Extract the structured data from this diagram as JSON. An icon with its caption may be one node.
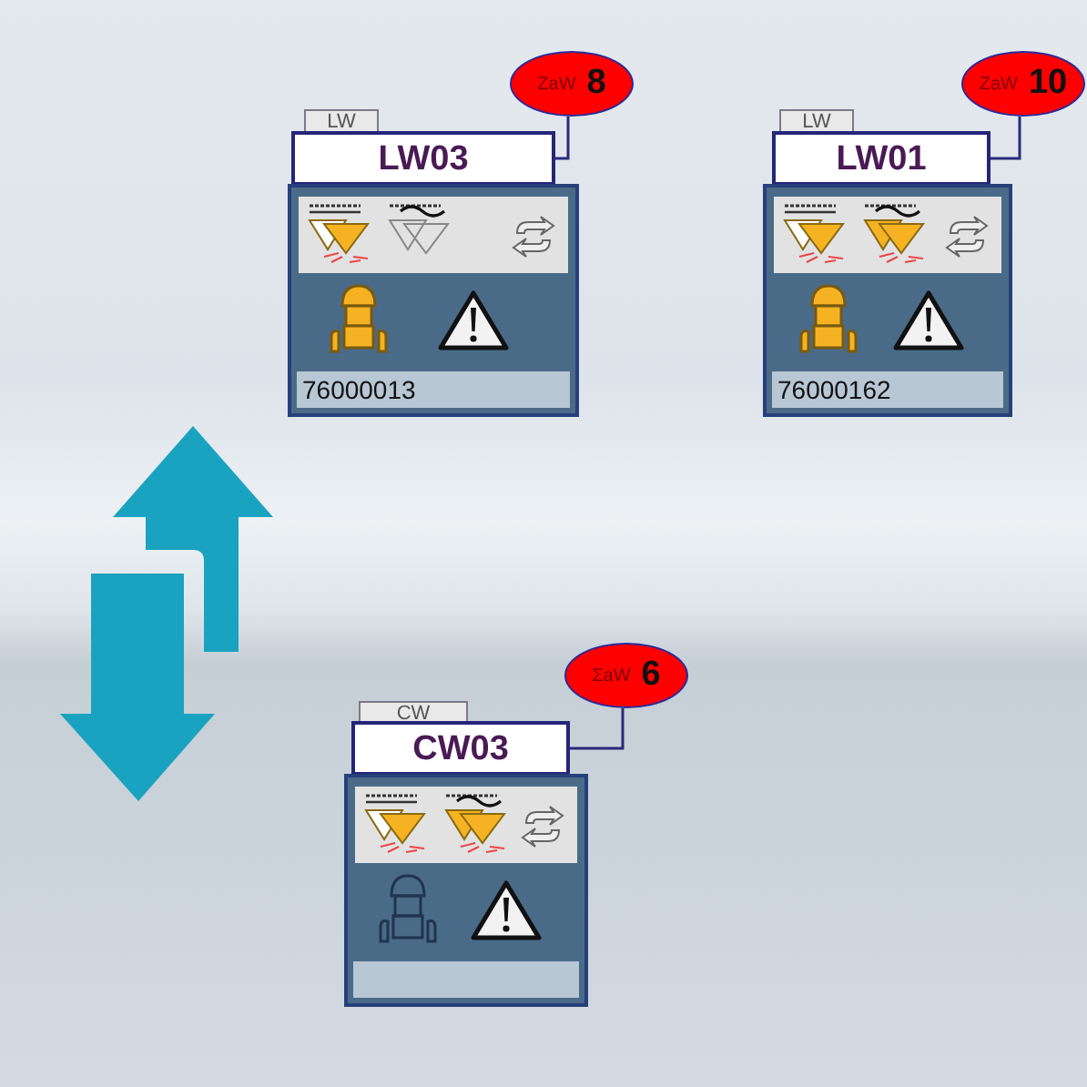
{
  "diagram": {
    "nodes": [
      {
        "text": [
          "LW"
        ]
      },
      {
        "text": [
          "LW03"
        ]
      },
      {
        "text": [
          "ZaW",
          "8"
        ]
      },
      {
        "text": [
          "76000013"
        ]
      },
      {
        "text": [
          "LW"
        ]
      },
      {
        "text": [
          "LW01"
        ]
      },
      {
        "text": [
          "ZaW",
          "10"
        ]
      },
      {
        "text": [
          "76000162"
        ]
      },
      {
        "text": [
          "CW"
        ]
      },
      {
        "text": [
          "CW03"
        ]
      },
      {
        "text": [
          "ΣaW",
          "6"
        ]
      },
      {
        "text": [],
        "shape": "box"
      }
    ],
    "edges": [
      {
        "from": 1,
        "to": 2,
        "arrow": "none"
      },
      {
        "from": 5,
        "to": 6,
        "arrow": "none"
      },
      {
        "from": 9,
        "to": 10,
        "arrow": "none"
      }
    ]
  }
}
